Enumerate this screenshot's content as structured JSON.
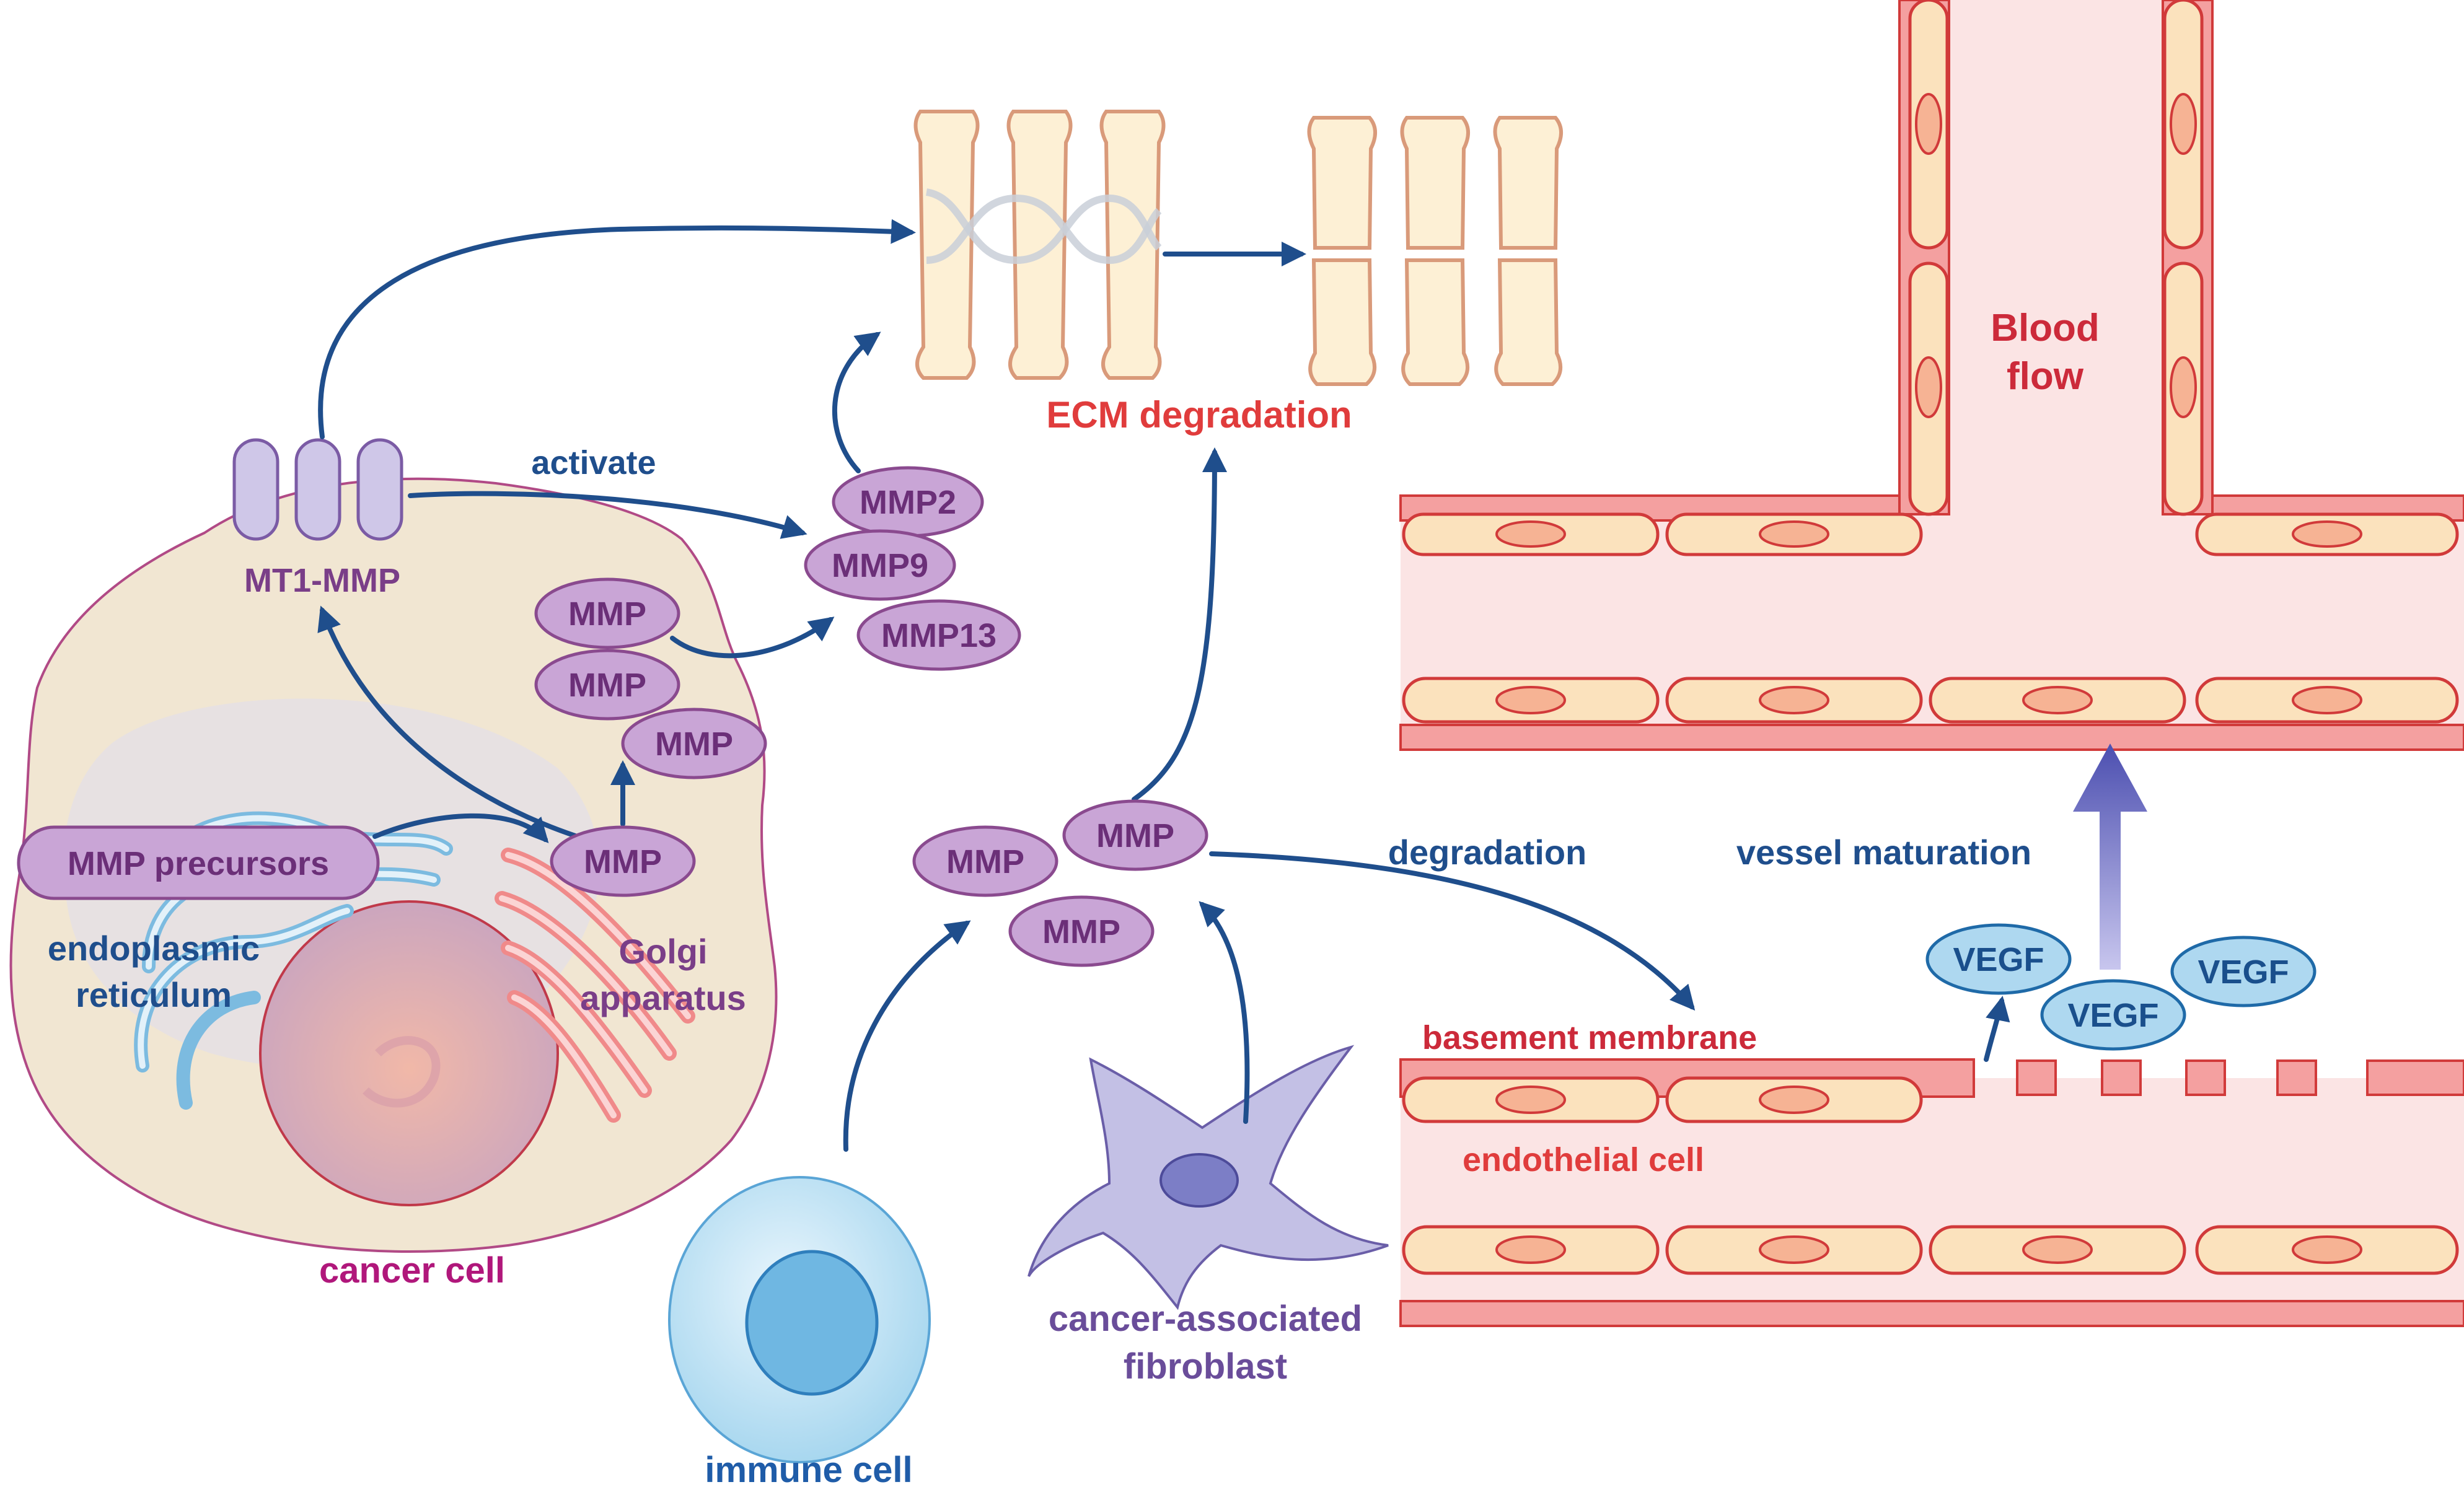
{
  "labels": {
    "activate": "activate",
    "mt1_mmp": "MT1-MMP",
    "ecm_degradation": "ECM degradation",
    "blood_flow_line1": "Blood",
    "blood_flow_line2": "flow",
    "mmp_precursors": "MMP precursors",
    "er_line1": "endoplasmic",
    "er_line2": "reticulum",
    "golgi_line1": "Golgi",
    "golgi_line2": "apparatus",
    "cancer_cell": "cancer cell",
    "immune_cell": "immune cell",
    "caf_line1": "cancer-associated",
    "caf_line2": "fibroblast",
    "degradation": "degradation",
    "vessel_maturation": "vessel maturation",
    "basement_membrane": "basement membrane",
    "endothelial_cell": "endothelial cell"
  },
  "mmp": {
    "mmp2": "MMP2",
    "mmp9": "MMP9",
    "mmp13": "MMP13",
    "generic": "MMP"
  },
  "vegf": {
    "label": "VEGF"
  },
  "colors": {
    "arrow": "#1f4e8c",
    "mmp_fill": "#c9a5d6",
    "vegf_fill": "#aed8f0",
    "vessel": "#f4a0a0",
    "lumen": "#fbe4e4",
    "cancer_cell": "#f1e6d2"
  }
}
